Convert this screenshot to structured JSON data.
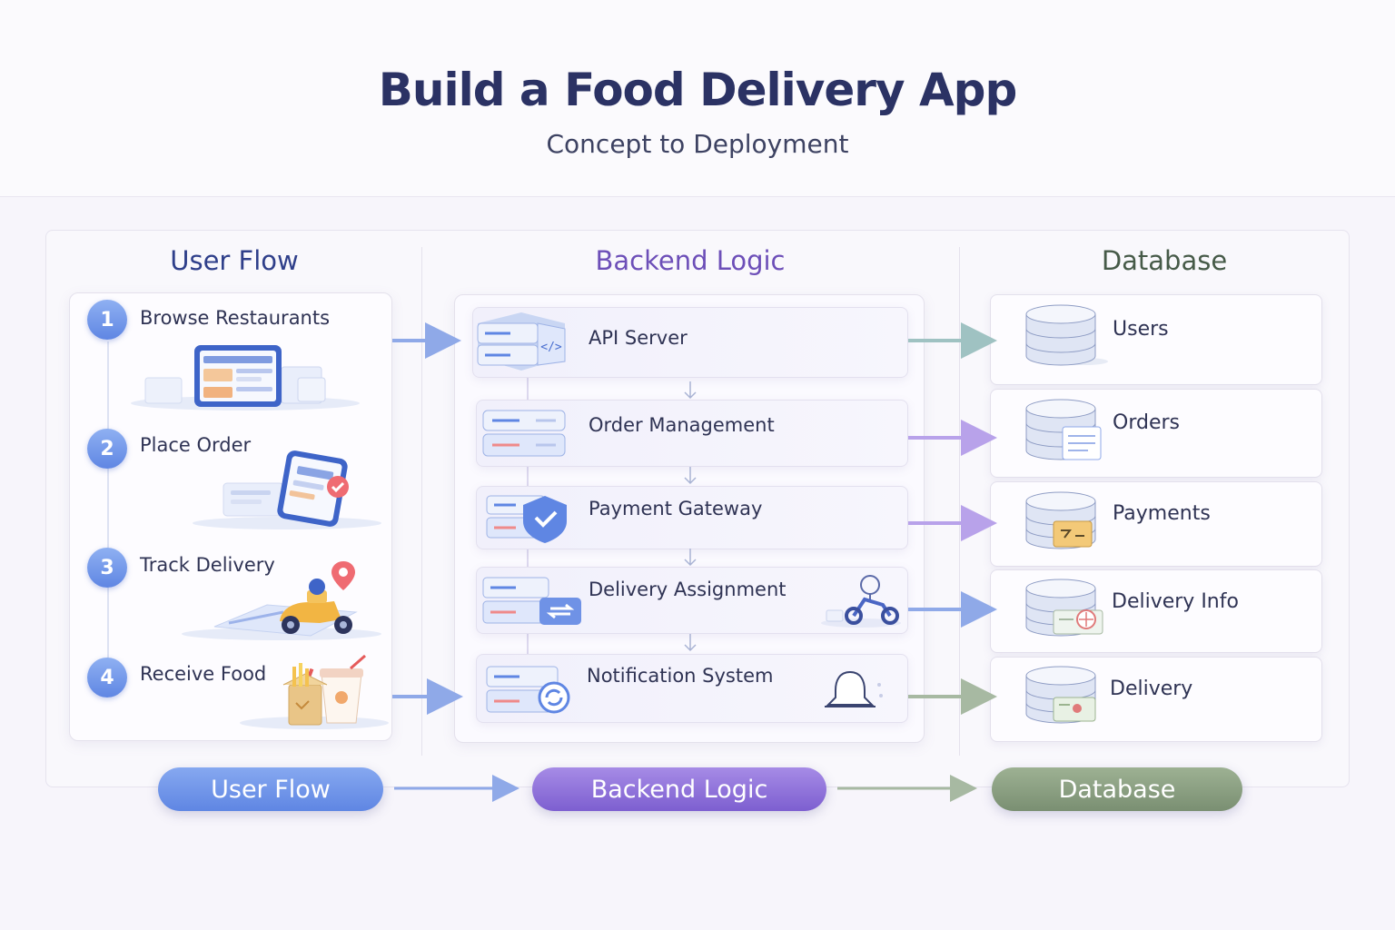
{
  "header": {
    "title": "Build a Food Delivery App",
    "subtitle": "Concept to Deployment"
  },
  "columns": {
    "user_flow": {
      "heading": "User Flow",
      "color": "#2f3f8a"
    },
    "backend": {
      "heading": "Backend Logic",
      "color": "#6d4fb8"
    },
    "database": {
      "heading": "Database",
      "color": "#465a48"
    }
  },
  "user_steps": [
    {
      "number": "1",
      "label": "Browse Restaurants",
      "icon": "phone-menu-icon"
    },
    {
      "number": "2",
      "label": "Place Order",
      "icon": "phone-order-icon"
    },
    {
      "number": "3",
      "label": "Track Delivery",
      "icon": "scooter-map-icon"
    },
    {
      "number": "4",
      "label": "Receive Food",
      "icon": "food-bag-icon"
    }
  ],
  "backend_services": [
    {
      "label": "API Server",
      "icon": "server-code-icon"
    },
    {
      "label": "Order Management",
      "icon": "server-stack-icon"
    },
    {
      "label": "Payment Gateway",
      "icon": "server-shield-icon"
    },
    {
      "label": "Delivery Assignment",
      "icon": "server-swap-icon"
    },
    {
      "label": "Notification System",
      "icon": "server-sync-icon"
    }
  ],
  "databases": [
    {
      "label": "Users",
      "icon": "database-icon"
    },
    {
      "label": "Orders",
      "icon": "database-document-icon"
    },
    {
      "label": "Payments",
      "icon": "database-wallet-icon"
    },
    {
      "label": "Delivery Info",
      "icon": "database-map-icon"
    },
    {
      "label": "Delivery",
      "icon": "database-ticket-icon"
    }
  ],
  "footer_flow": [
    {
      "label": "User Flow",
      "color": "#6f98ea"
    },
    {
      "label": "Backend Logic",
      "color": "#9378d8"
    },
    {
      "label": "Database",
      "color": "#8a9e80"
    }
  ],
  "colors": {
    "blue_arrow": "#8fa9e8",
    "purple_arrow": "#b8a2ea",
    "teal_arrow": "#9fc2c2",
    "green_arrow": "#a7b9a2"
  }
}
